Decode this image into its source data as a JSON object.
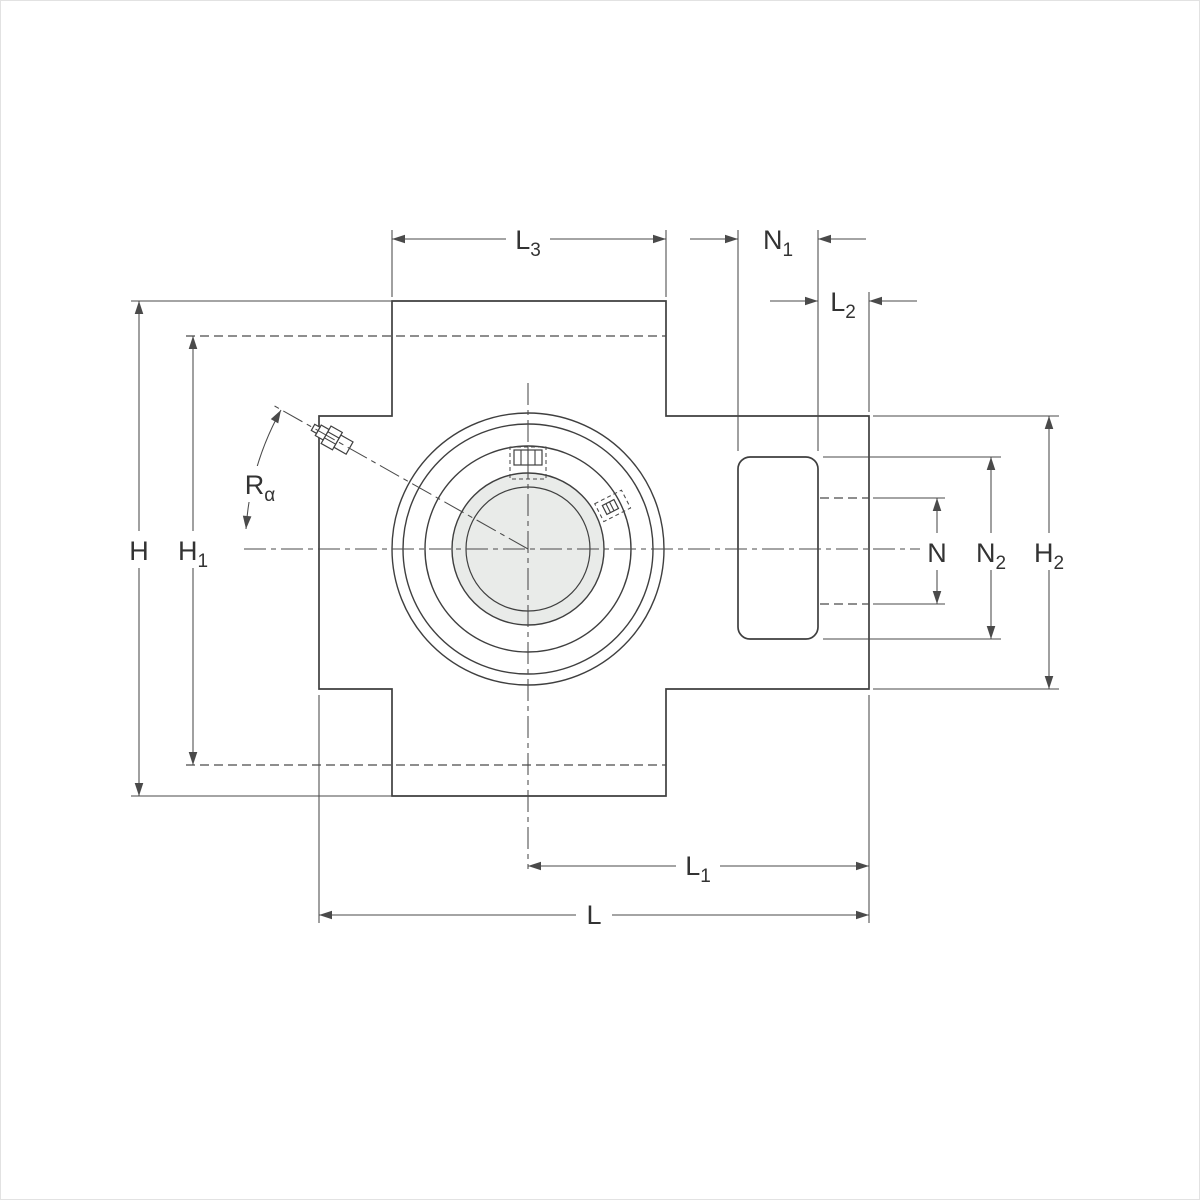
{
  "labels": {
    "H": {
      "base": "H",
      "sub": ""
    },
    "H1": {
      "base": "H",
      "sub": "1"
    },
    "H2": {
      "base": "H",
      "sub": "2"
    },
    "L": {
      "base": "L",
      "sub": ""
    },
    "L1": {
      "base": "L",
      "sub": "1"
    },
    "L2": {
      "base": "L",
      "sub": "2"
    },
    "L3": {
      "base": "L",
      "sub": "3"
    },
    "N": {
      "base": "N",
      "sub": ""
    },
    "N1": {
      "base": "N",
      "sub": "1"
    },
    "N2": {
      "base": "N",
      "sub": "2"
    },
    "Ra": {
      "base": "R",
      "sub": "α"
    }
  },
  "colors": {
    "line": "#3f3f3f",
    "dimension_line": "#4a4a4a",
    "bore_fill": "#e9ebe9",
    "background": "#ffffff",
    "frame_border": "#e2e2e2"
  }
}
